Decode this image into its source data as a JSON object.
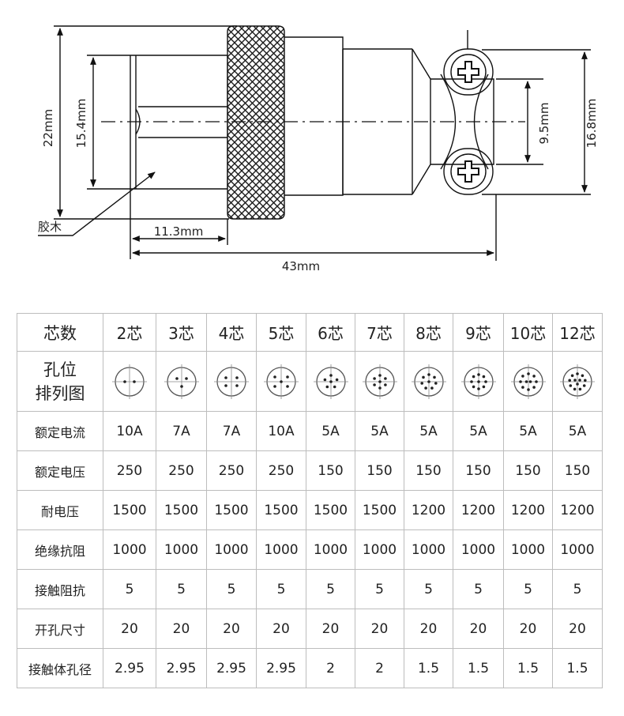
{
  "drawing": {
    "dims": {
      "d22": "22mm",
      "d15_4": "15.4mm",
      "d11_3": "11.3mm",
      "d43": "43mm",
      "d9_5": "9.5mm",
      "d16_8": "16.8mm"
    },
    "callout_label": "胶木"
  },
  "table": {
    "header_label": "芯数",
    "layout_label_line1": "孔位",
    "layout_label_line2": "排列图",
    "columns": [
      "2芯",
      "3芯",
      "4芯",
      "5芯",
      "6芯",
      "7芯",
      "8芯",
      "9芯",
      "10芯",
      "12芯"
    ],
    "pin_counts": [
      2,
      3,
      4,
      5,
      6,
      7,
      8,
      9,
      10,
      12
    ],
    "rows": [
      {
        "label": "额定电流",
        "values": [
          "10A",
          "7A",
          "7A",
          "10A",
          "5A",
          "5A",
          "5A",
          "5A",
          "5A",
          "5A"
        ]
      },
      {
        "label": "额定电压",
        "values": [
          "250",
          "250",
          "250",
          "250",
          "150",
          "150",
          "150",
          "150",
          "150",
          "150"
        ]
      },
      {
        "label": "耐电压",
        "values": [
          "1500",
          "1500",
          "1500",
          "1500",
          "1500",
          "1500",
          "1200",
          "1200",
          "1200",
          "1200"
        ]
      },
      {
        "label": "绝缘抗阻",
        "values": [
          "1000",
          "1000",
          "1000",
          "1000",
          "1000",
          "1000",
          "1000",
          "1000",
          "1000",
          "1000"
        ]
      },
      {
        "label": "接触阻抗",
        "values": [
          "5",
          "5",
          "5",
          "5",
          "5",
          "5",
          "5",
          "5",
          "5",
          "5"
        ]
      },
      {
        "label": "开孔尺寸",
        "values": [
          "20",
          "20",
          "20",
          "20",
          "20",
          "20",
          "20",
          "20",
          "20",
          "20"
        ]
      },
      {
        "label": "接触体孔径",
        "values": [
          "2.95",
          "2.95",
          "2.95",
          "2.95",
          "2",
          "2",
          "1.5",
          "1.5",
          "1.5",
          "1.5"
        ]
      }
    ]
  }
}
